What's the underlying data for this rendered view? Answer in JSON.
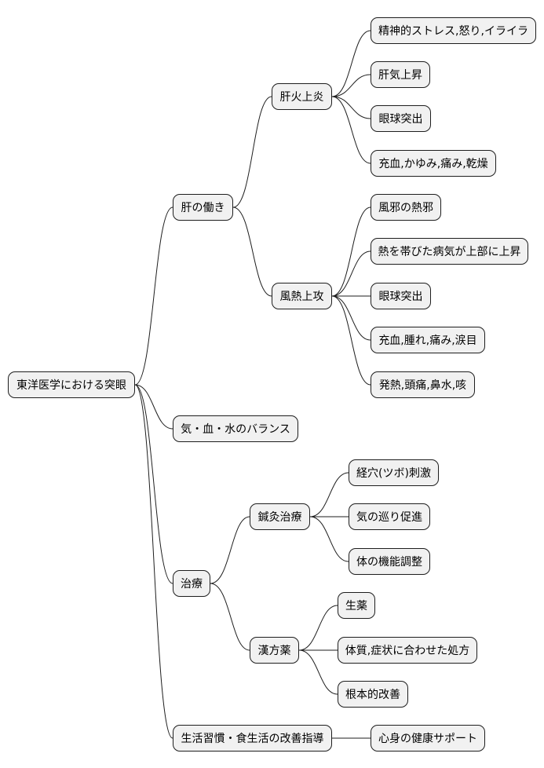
{
  "root": {
    "label": "東洋医学における突眼"
  },
  "branches": [
    {
      "label": "肝の働き",
      "children": [
        {
          "label": "肝火上炎",
          "children": [
            "精神的ストレス,怒り,イライラ",
            "肝気上昇",
            "眼球突出",
            "充血,かゆみ,痛み,乾燥"
          ]
        },
        {
          "label": "風熱上攻",
          "children": [
            "風邪の熱邪",
            "熱を帯びた病気が上部に上昇",
            "眼球突出",
            "充血,腫れ,痛み,涙目",
            "発熱,頭痛,鼻水,咳"
          ]
        }
      ]
    },
    {
      "label": "気・血・水のバランス",
      "children": []
    },
    {
      "label": "治療",
      "children": [
        {
          "label": "鍼灸治療",
          "children": [
            "経穴(ツボ)刺激",
            "気の巡り促進",
            "体の機能調整"
          ]
        },
        {
          "label": "漢方薬",
          "children": [
            "生薬",
            "体質,症状に合わせた処方",
            "根本的改善"
          ]
        }
      ]
    },
    {
      "label": "生活習慣・食生活の改善指導",
      "children": [
        {
          "label": "心身の健康サポート",
          "children": []
        }
      ]
    }
  ]
}
